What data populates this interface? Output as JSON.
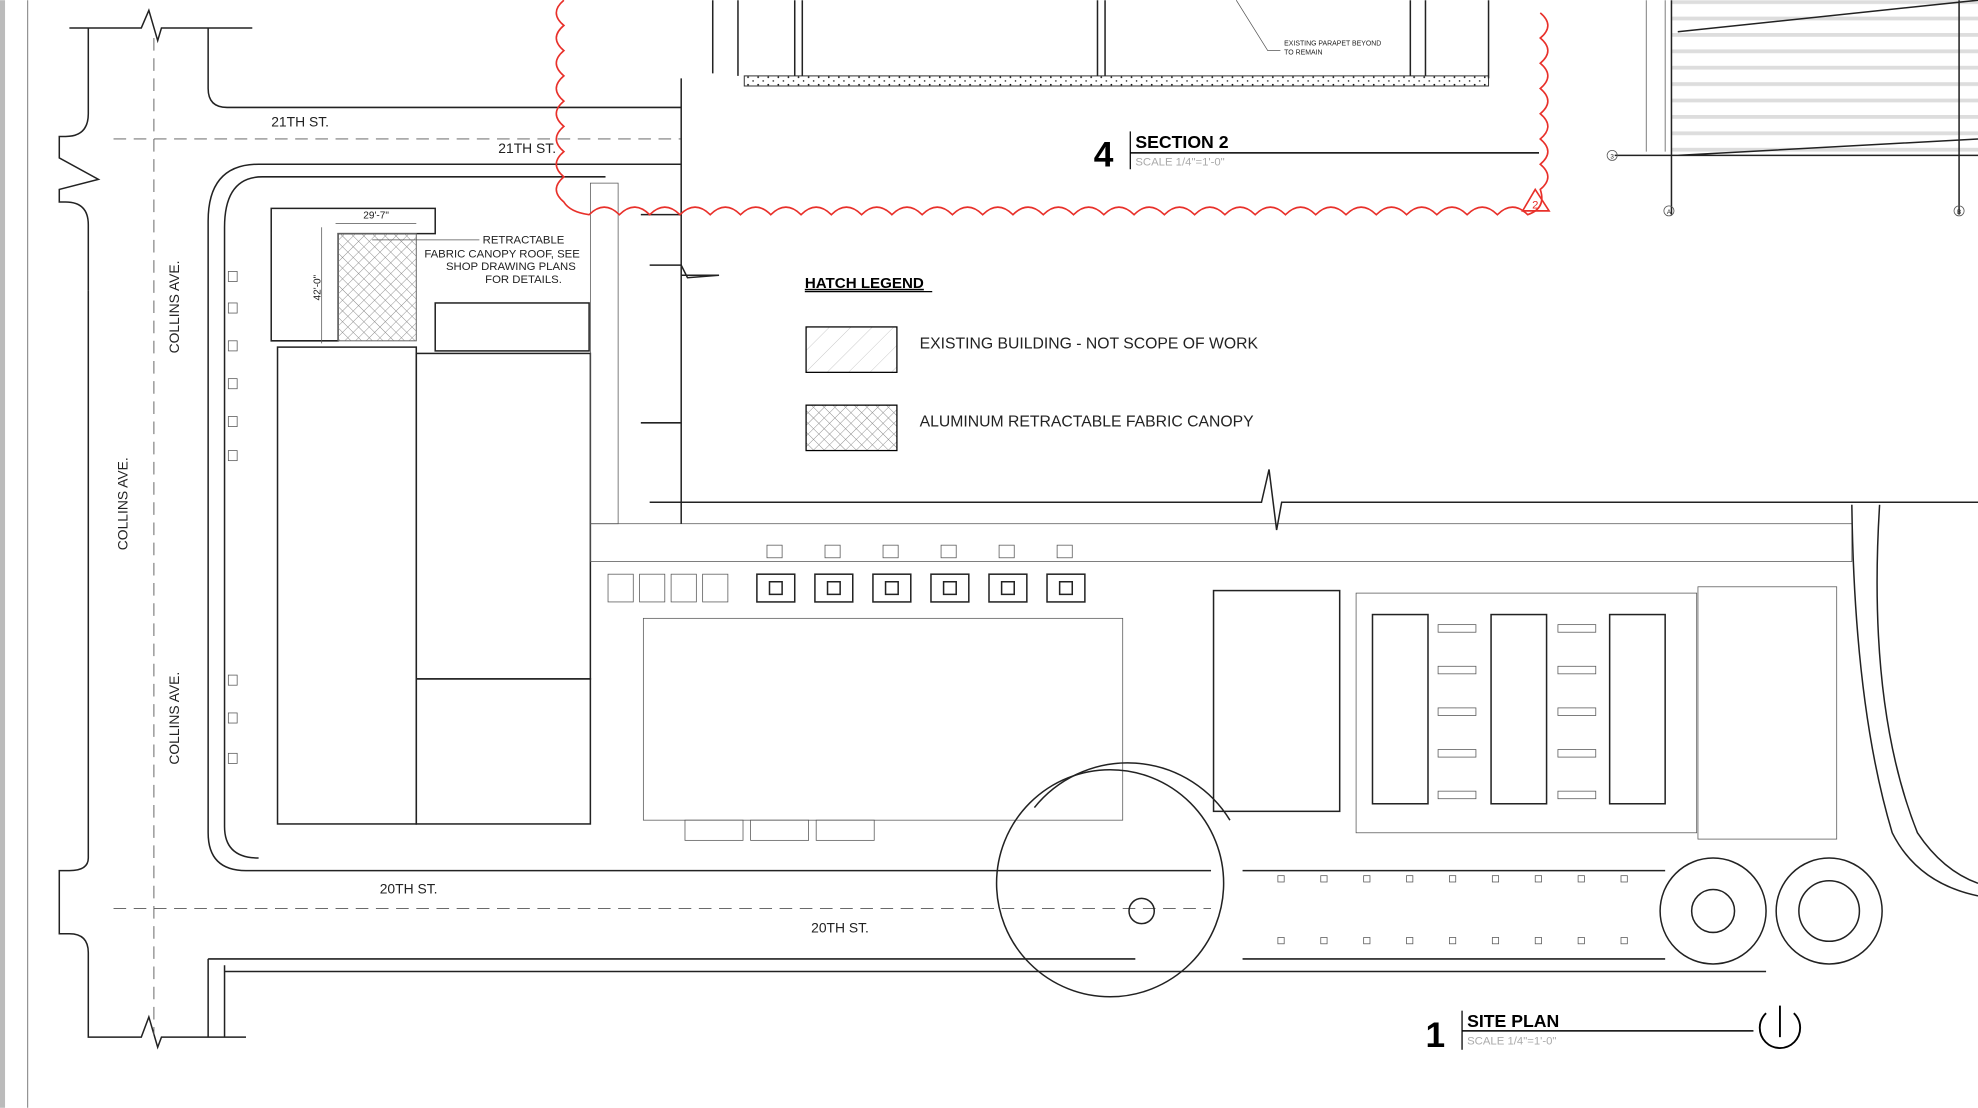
{
  "streets": {
    "st21_a": "21TH ST.",
    "st21_b": "21TH ST.",
    "collins_a": "COLLINS AVE.",
    "collins_b": "COLLINS AVE.",
    "collins_c": "COLLINS AVE.",
    "st20_a": "20TH ST.",
    "st20_b": "20TH ST."
  },
  "canopy_note": {
    "line1": "RETRACTABLE",
    "line2": "FABRIC CANOPY ROOF, SEE",
    "line3": "SHOP DRAWING PLANS",
    "line4": "FOR DETAILS.",
    "dim_width": "29'-7\"",
    "dim_height": "42'-0\""
  },
  "section": {
    "number": "4",
    "title": "SECTION 2",
    "scale": "SCALE  1/4\"=1'-0\"",
    "parapet_note_1": "EXISTING PARAPET BEYOND",
    "parapet_note_2": "TO REMAIN",
    "revision": "2"
  },
  "grid": {
    "row": "3",
    "col_a": "A",
    "col_b": "B"
  },
  "legend": {
    "title": "HATCH LEGEND",
    "items": [
      {
        "label": "EXISTING BUILDING - NOT SCOPE OF WORK"
      },
      {
        "label": "ALUMINUM RETRACTABLE FABRIC CANOPY"
      }
    ]
  },
  "site_plan": {
    "number": "1",
    "title": "SITE PLAN",
    "scale": "SCALE  1/4\"=1'-0\""
  },
  "colors": {
    "revision_cloud": "#e8302a",
    "line": "#222222"
  }
}
